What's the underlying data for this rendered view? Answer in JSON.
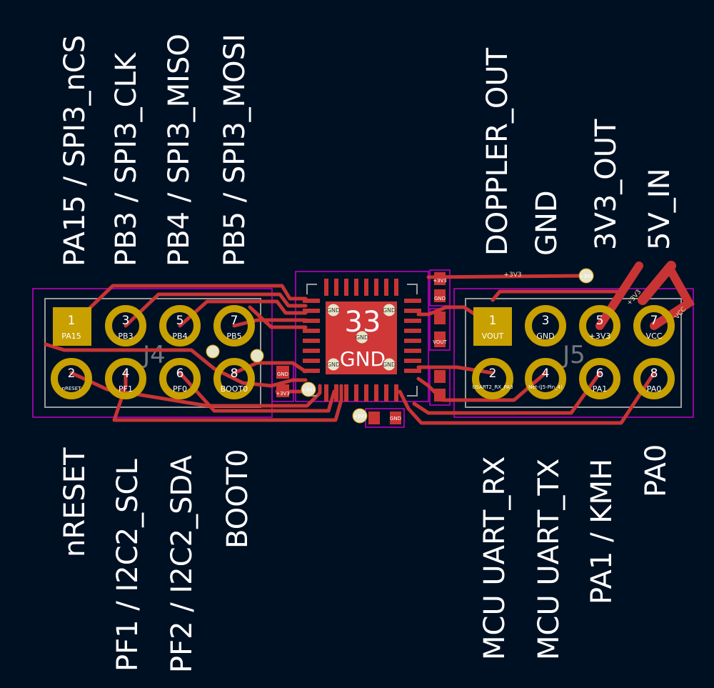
{
  "colors": {
    "background": "#001023",
    "copper": "#c83434",
    "pad_gold": "#c8a000",
    "courtyard": "#c800c8",
    "silkscreen": "#ffffff",
    "fab": "#9a9a9a"
  },
  "top_labels": {
    "j4": [
      "PA15 / SPI3_nCS",
      "PB3 / SPI3_CLK",
      "PB4 / SPI3_MISO",
      "PB5 / SPI3_MOSI"
    ],
    "j5": [
      "DOPPLER_OUT",
      "GND",
      "3V3_OUT",
      "5V_IN"
    ]
  },
  "bottom_labels": {
    "j4": [
      "nRESET",
      "PF1 / I2C2_SCL",
      "PF2 / I2C2_SDA",
      "BOOT0"
    ],
    "j5": [
      "MCU UART_RX",
      "MCU UART_TX",
      "PA1 / KMH",
      "PA0"
    ]
  },
  "j4": {
    "ref": "J4",
    "top_pins": [
      {
        "num": "1",
        "name": "PA15"
      },
      {
        "num": "3",
        "name": "PB3"
      },
      {
        "num": "5",
        "name": "PB4"
      },
      {
        "num": "7",
        "name": "PB5"
      }
    ],
    "bottom_pins": [
      {
        "num": "2",
        "name": "nRESET"
      },
      {
        "num": "4",
        "name": "PF1"
      },
      {
        "num": "6",
        "name": "PF0"
      },
      {
        "num": "8",
        "name": "BOOT0"
      }
    ]
  },
  "j5": {
    "ref": "J5",
    "top_pins": [
      {
        "num": "1",
        "name": "VOUT"
      },
      {
        "num": "3",
        "name": "GND"
      },
      {
        "num": "5",
        "name": "+3V3"
      },
      {
        "num": "7",
        "name": "VCC"
      }
    ],
    "bottom_pins": [
      {
        "num": "2",
        "name": "USART2_RX_PA3"
      },
      {
        "num": "4",
        "name": "Net-(J5-Pin_4)"
      },
      {
        "num": "6",
        "name": "PA1"
      },
      {
        "num": "8",
        "name": "PA0"
      }
    ]
  },
  "ic": {
    "pad_number": "33",
    "pad_net": "GND",
    "via_label": "GND"
  },
  "nets": {
    "v3": "+3V3",
    "vcc": "VCC",
    "gnd": "GND",
    "vout": "VOUT"
  }
}
